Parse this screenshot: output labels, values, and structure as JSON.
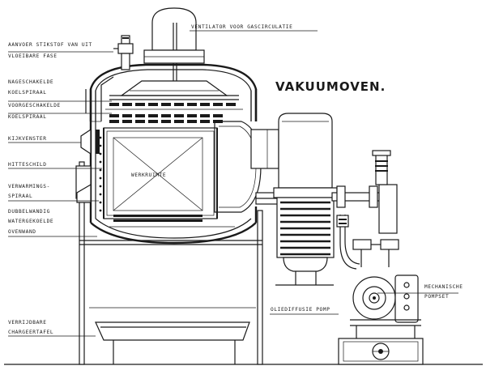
{
  "title": "VAKUUMOVEN.",
  "labels": {
    "ventilator": "VENTILATOR VOOR GASCIRCULATIE",
    "aanvoer_1": "AANVOER STIKSTOF VAN UIT",
    "aanvoer_2": "VLOEIBARE FASE",
    "nageschakelde_1": "NAGESCHAKELDE",
    "nageschakelde_2": "KOELSPIRAAL",
    "voorgeschakelde_1": "VOORGESCHAKELDE",
    "voorgeschakelde_2": "KOELSPIRAAL",
    "kijkvenster": "KIJKVENSTER",
    "hitteschild": "HITTESCHILD",
    "verwarmings_1": "VERWARMINGS-",
    "verwarmings_2": "SPIRAAL",
    "dubbelwandig_1": "DUBBELWANDIG",
    "dubbelwandig_2": "WATERGEKOELDE",
    "dubbelwandig_3": "OVENWAND",
    "werkruimte": "WERKRUIMTE",
    "oliediffusie": "OLIEDIFFUSIE POMP",
    "mechanische_1": "MECHANISCHE",
    "mechanische_2": "POMPSET",
    "verrijdbare_1": "VERRIJDBARE",
    "verrijdbare_2": "CHARGEERTAFEL"
  }
}
